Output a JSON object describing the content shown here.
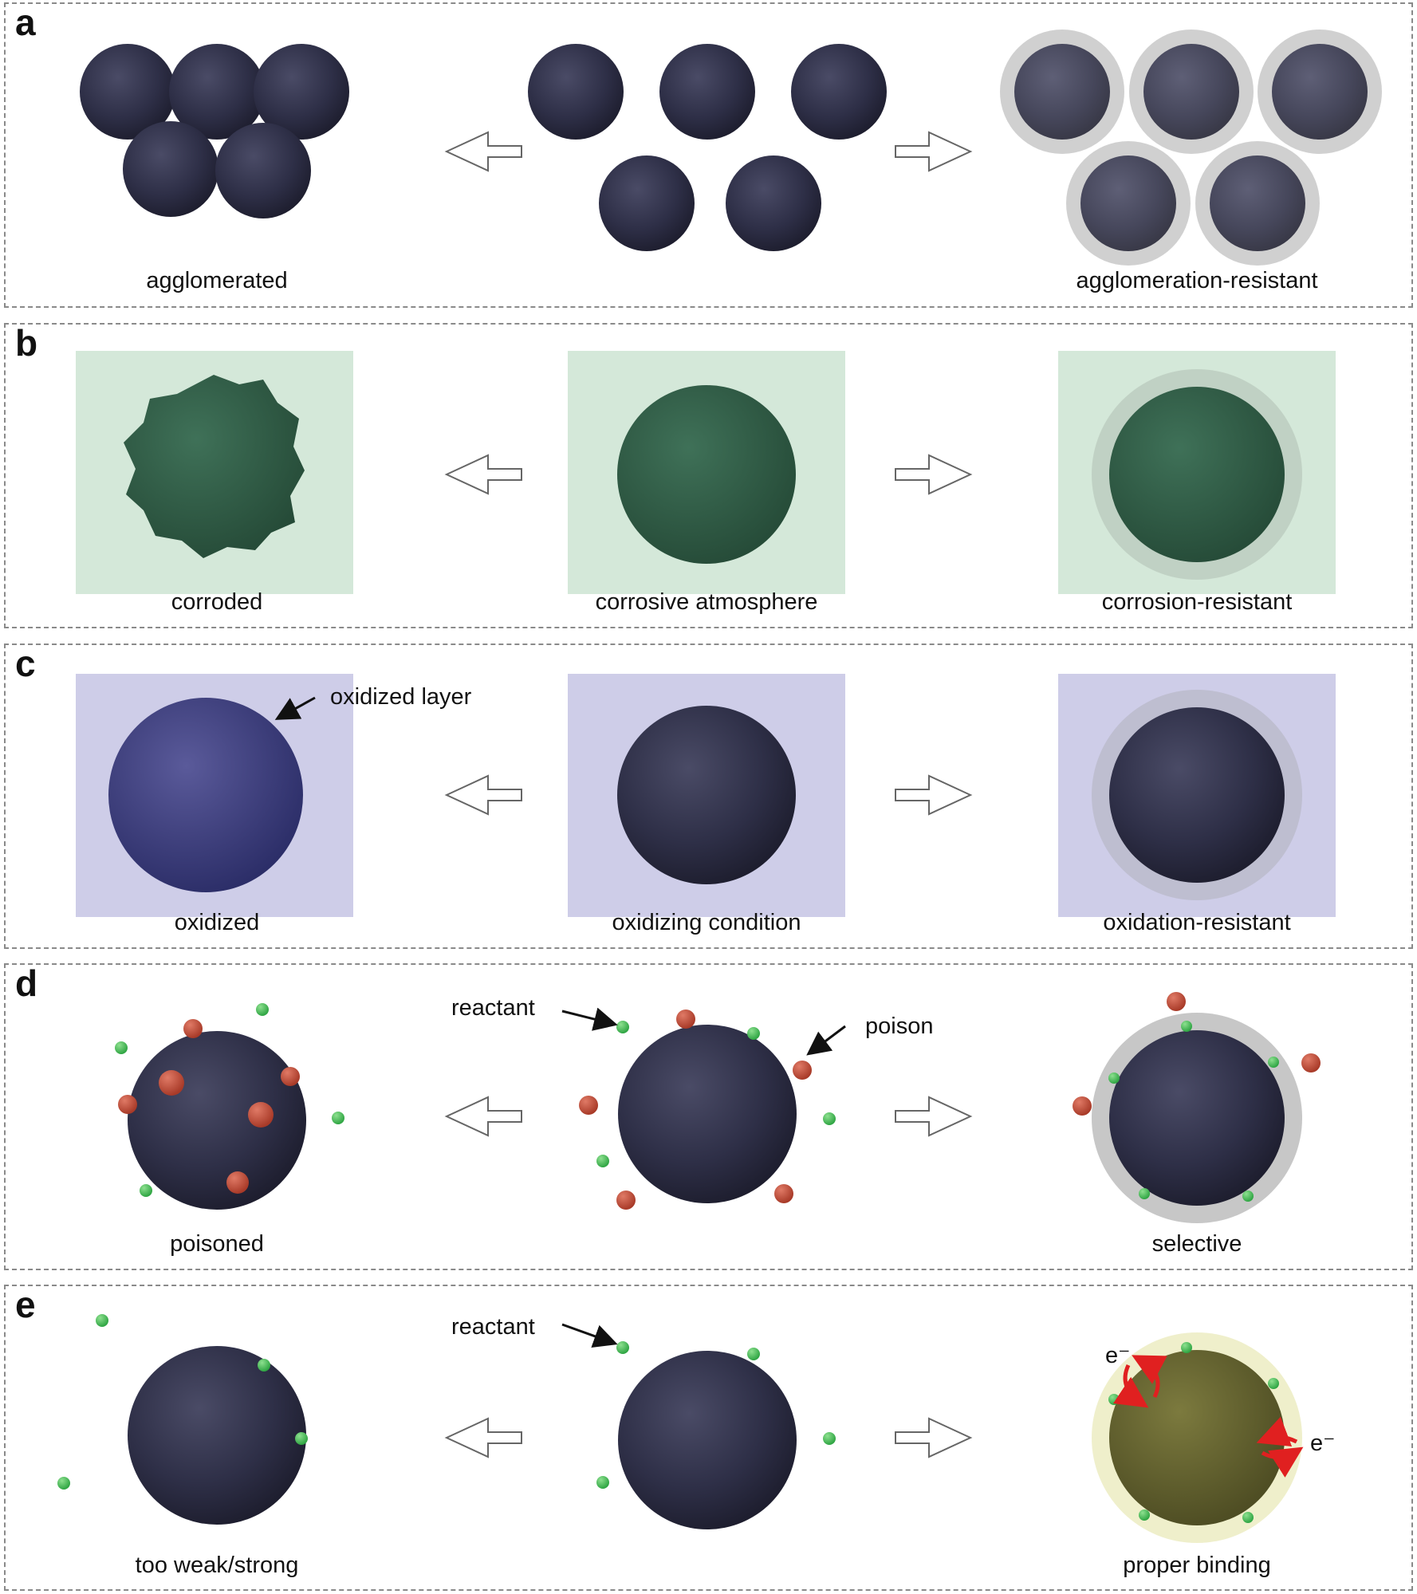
{
  "panels": [
    {
      "label": "a",
      "captions": {
        "left": "agglomerated",
        "center": "",
        "right": "agglomeration-resistant"
      }
    },
    {
      "label": "b",
      "captions": {
        "left": "corroded",
        "center": "corrosive atmosphere",
        "right": "corrosion-resistant"
      }
    },
    {
      "label": "c",
      "captions": {
        "left": "oxidized",
        "center": "oxidizing condition",
        "right": "oxidation-resistant"
      },
      "annotation": "oxidized layer"
    },
    {
      "label": "d",
      "captions": {
        "left": "poisoned",
        "center": "",
        "right": "selective"
      },
      "reactant": "reactant",
      "poison": "poison"
    },
    {
      "label": "e",
      "captions": {
        "left": "too weak/strong",
        "center": "",
        "right": "proper binding"
      },
      "reactant": "reactant",
      "electron": "e⁻"
    }
  ],
  "colors": {
    "particle": "#2e2f47",
    "corrosive_box": "#cfe6d5",
    "corroded_particle": "#2f5944",
    "oxidizing_box": "#c9c8e6",
    "oxidized_particle": "#2c2e6a",
    "reactant": "#4fbf5f",
    "poison": "#c0503c",
    "shell": "#bdbdbd",
    "binding_shell": "#eeeec8",
    "binding_core": "#5d5d2d",
    "electron_arrow": "#e02020"
  },
  "icons": [
    "hollow-arrow-left-icon",
    "hollow-arrow-right-icon",
    "pointer-arrow-icon",
    "electron-transfer-arrow-icon"
  ]
}
